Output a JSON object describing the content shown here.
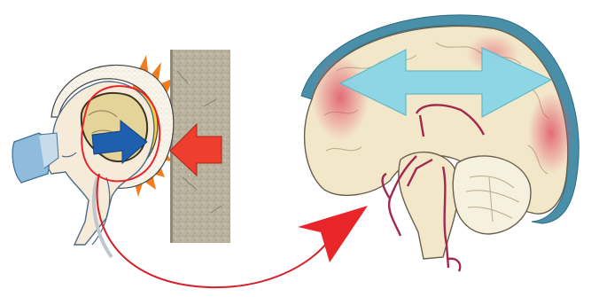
{
  "figure": {
    "panels": [
      {
        "id": "impact",
        "icon": "helmet-impact-illustration"
      },
      {
        "id": "brain",
        "icon": "brain-cross-section-illustration"
      }
    ],
    "colors": {
      "wall": "#b8b29e",
      "wall_dark": "#8f8a76",
      "flame_outer": "#f47c1c",
      "flame_inner": "#fbd23a",
      "arrow_red": "#ee3e2d",
      "arrow_blue": "#1f5fb0",
      "arrow_cyan": "#8ad6e6",
      "brain_fill": "#f3e7c9",
      "brain_outline": "#6a5f4f",
      "dura": "#4a8fa8",
      "bruise": "#e8707c",
      "vessel": "#a3284d",
      "connector": "#e8262a",
      "skin": "#f6ead8",
      "skin_line": "#4d6b86",
      "mask": "#8fbcdc"
    }
  }
}
